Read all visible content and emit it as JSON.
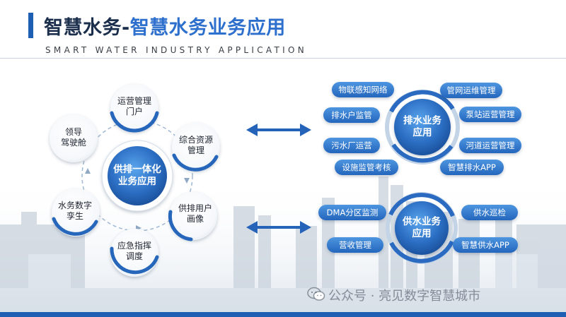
{
  "header": {
    "title_main": "智慧水务-",
    "title_highlight": "智慧水务业务应用",
    "subtitle": "SMART WATER INDUSTRY APPLICATION"
  },
  "hub": {
    "label_line1": "供排一体化",
    "label_line2": "业务应用"
  },
  "satellites": [
    {
      "line1": "运营管理",
      "line2": "门户"
    },
    {
      "line1": "综合资源",
      "line2": "管理"
    },
    {
      "line1": "供排用户",
      "line2": "画像"
    },
    {
      "line1": "应急指挥",
      "line2": "调度"
    },
    {
      "line1": "水务数字",
      "line2": "孪生"
    },
    {
      "line1": "领导",
      "line2": "驾驶舱"
    }
  ],
  "drainage": {
    "label_line1": "排水业务",
    "label_line2": "应用",
    "left_items": [
      "物联感知网络",
      "排水户监管",
      "污水厂运营",
      "设施监管考核"
    ],
    "right_items": [
      "管网运维管理",
      "泵站运营管理",
      "河道运营管理",
      "智慧排水APP"
    ]
  },
  "supply": {
    "label_line1": "供水业务",
    "label_line2": "应用",
    "left_items": [
      "DMA分区监测",
      "营收管理"
    ],
    "right_items": [
      "供水巡检",
      "智慧供水APP"
    ]
  },
  "watermark": {
    "text": "公众号 · 亮见数字智慧城市"
  },
  "colors": {
    "brand_blue": "#1f5fb3",
    "highlight_blue": "#2d6fcd",
    "title_dark": "#1b2f4d"
  }
}
